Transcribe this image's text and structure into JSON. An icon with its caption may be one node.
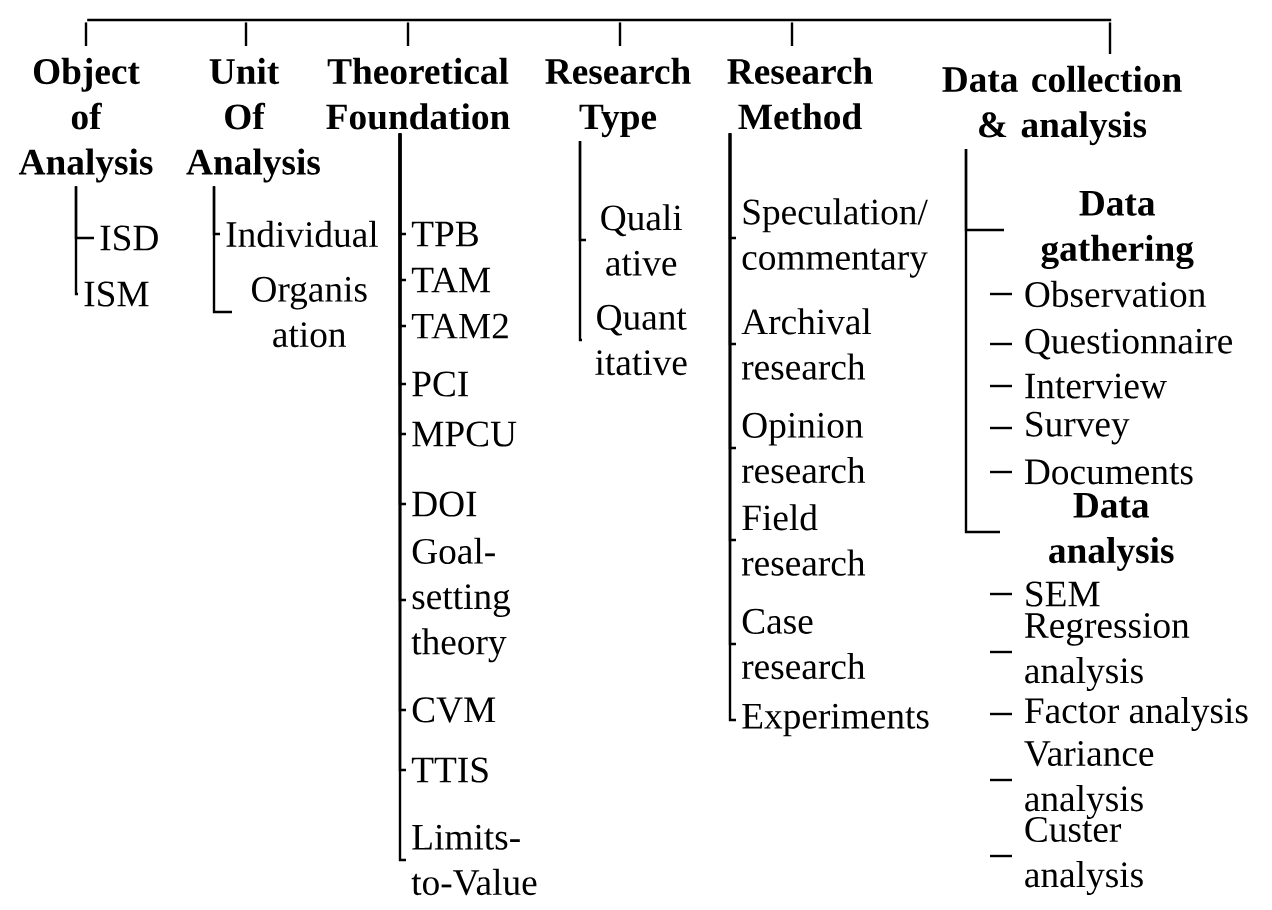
{
  "diagram": {
    "nodes": [
      {
        "text": [],
        "shape": "bar"
      },
      {
        "text": [
          "Object of Analysis"
        ]
      },
      {
        "text": [
          "Unit Of Analysis"
        ]
      },
      {
        "text": [
          "Theoretical Foundation"
        ]
      },
      {
        "text": [
          "Research Type"
        ]
      },
      {
        "text": [
          "Research Method"
        ]
      },
      {
        "text": [
          "Data collection & analysis"
        ]
      },
      {
        "text": [
          "ISD"
        ]
      },
      {
        "text": [
          "ISM"
        ]
      },
      {
        "text": [
          "Individual"
        ]
      },
      {
        "text": [
          "Organis ation"
        ]
      },
      {
        "text": [
          "TPB"
        ]
      },
      {
        "text": [
          "TAM"
        ]
      },
      {
        "text": [
          "TAM2"
        ]
      },
      {
        "text": [
          "PCI"
        ]
      },
      {
        "text": [
          "MPCU"
        ]
      },
      {
        "text": [
          "DOI"
        ]
      },
      {
        "text": [
          "Goal- setting theory"
        ]
      },
      {
        "text": [
          "CVM"
        ]
      },
      {
        "text": [
          "TTIS"
        ]
      },
      {
        "text": [
          "Limits- to-Value"
        ]
      },
      {
        "text": [
          "Quali ative"
        ]
      },
      {
        "text": [
          "Quant itative"
        ]
      },
      {
        "text": [
          "Speculation/ commentary"
        ]
      },
      {
        "text": [
          "Archival research"
        ]
      },
      {
        "text": [
          "Opinion research"
        ]
      },
      {
        "text": [
          "Field research"
        ]
      },
      {
        "text": [
          "Case research"
        ]
      },
      {
        "text": [
          "Experiments"
        ]
      },
      {
        "text": [
          "Data gathering"
        ]
      },
      {
        "text": [
          "Data analysis"
        ]
      }
    ],
    "edges": [
      {
        "from": 0,
        "to": 1,
        "arrow": "none"
      },
      {
        "from": 0,
        "to": 2,
        "arrow": "none"
      },
      {
        "from": 0,
        "to": 3,
        "arrow": "none"
      },
      {
        "from": 0,
        "to": 4,
        "arrow": "none"
      },
      {
        "from": 0,
        "to": 5,
        "arrow": "none"
      },
      {
        "from": 0,
        "to": 6,
        "arrow": "none"
      },
      {
        "from": 1,
        "to": 7,
        "arrow": "none"
      },
      {
        "from": 1,
        "to": 8,
        "arrow": "none"
      },
      {
        "from": 2,
        "to": 9,
        "arrow": "none"
      },
      {
        "from": 2,
        "to": 10,
        "arrow": "none"
      },
      {
        "from": 3,
        "to": 11,
        "arrow": "none"
      },
      {
        "from": 3,
        "to": 12,
        "arrow": "none"
      },
      {
        "from": 3,
        "to": 13,
        "arrow": "none"
      },
      {
        "from": 3,
        "to": 14,
        "arrow": "none"
      },
      {
        "from": 3,
        "to": 15,
        "arrow": "none"
      },
      {
        "from": 3,
        "to": 16,
        "arrow": "none"
      },
      {
        "from": 3,
        "to": 17,
        "arrow": "none"
      },
      {
        "from": 3,
        "to": 18,
        "arrow": "none"
      },
      {
        "from": 3,
        "to": 19,
        "arrow": "none"
      },
      {
        "from": 3,
        "to": 20,
        "arrow": "none"
      },
      {
        "from": 4,
        "to": 21,
        "arrow": "none"
      },
      {
        "from": 4,
        "to": 22,
        "arrow": "none"
      },
      {
        "from": 5,
        "to": 23,
        "arrow": "none"
      },
      {
        "from": 5,
        "to": 24,
        "arrow": "none"
      },
      {
        "from": 5,
        "to": 25,
        "arrow": "none"
      },
      {
        "from": 5,
        "to": 26,
        "arrow": "none"
      },
      {
        "from": 5,
        "to": 27,
        "arrow": "none"
      },
      {
        "from": 5,
        "to": 28,
        "arrow": "none"
      },
      {
        "from": 6,
        "to": 29,
        "arrow": "none"
      },
      {
        "from": 6,
        "to": 30,
        "arrow": "none"
      }
    ],
    "labels": [
      "Observation",
      "Questionnaire",
      "Interview",
      "Survey",
      "Documents",
      "SEM",
      "Regression analysis",
      "Factor analysis",
      "Variance analysis",
      "Custer analysis"
    ]
  }
}
